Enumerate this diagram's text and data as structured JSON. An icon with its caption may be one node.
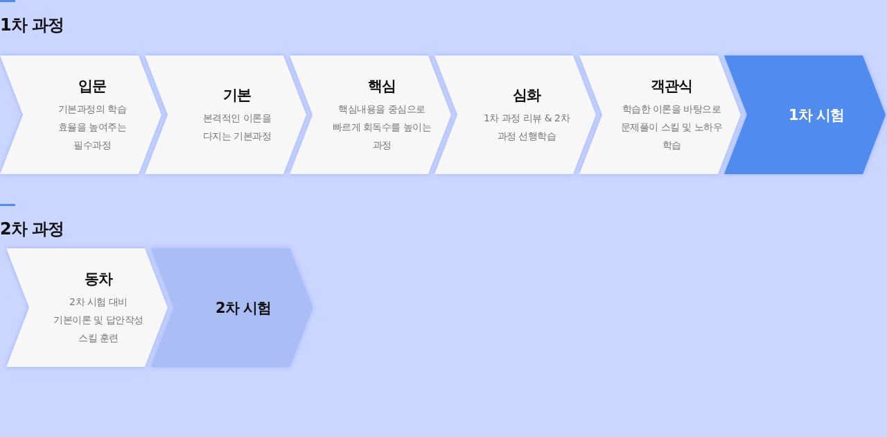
{
  "diagram": {
    "nodes": [
      {
        "text": [
          "입문",
          "기본과정의 학습 효율을 높여주는 필수과정"
        ]
      },
      {
        "text": [
          "기본",
          "본격적인 이론을 다지는 기본과정"
        ]
      },
      {
        "text": [
          "핵심",
          "핵심내용을 중심으로 빠르게 회독수를 높이는 과정"
        ]
      },
      {
        "text": [
          "심화",
          "1차 과정 리뷰 & 2차 과정 선행학습"
        ]
      },
      {
        "text": [
          "객관식",
          "학습한 이론을 바탕으로 문제풀이 스킬 및 노하우 학습"
        ]
      },
      {
        "text": [
          "1차 시험"
        ]
      },
      {
        "text": [
          "동차",
          "2차 시험 대비 기본이론 및 답안작성 스킬 훈련"
        ]
      },
      {
        "text": [
          "2차 시험"
        ]
      }
    ],
    "labels": [
      "1차 과정",
      "2차 과정"
    ]
  }
}
